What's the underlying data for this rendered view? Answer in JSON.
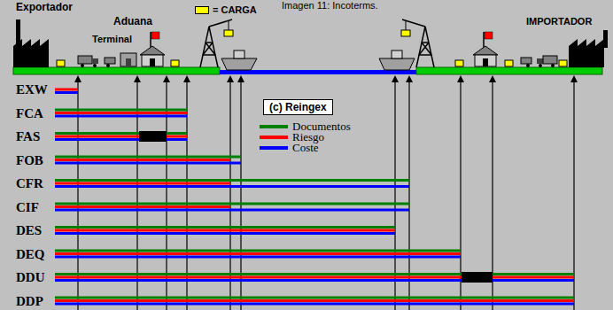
{
  "diagram": {
    "title": "Imagen 11: Incoterms.",
    "labels": [
      "Exportador",
      "Terminal",
      "Aduana",
      "IMPORTADOR",
      "EXW",
      "FCA",
      "FAS",
      "FOB",
      "CFR",
      "CIF",
      "DES",
      "DEQ",
      "DDU",
      "DDP",
      "(c) Reingex"
    ],
    "legend": [
      {
        "text": "= CARGA",
        "color": "#ffff00"
      },
      {
        "text": "Documentos",
        "color": "#008000"
      },
      {
        "text": "Riesgo",
        "color": "#ff0000"
      },
      {
        "text": "Coste",
        "color": "#0000ff"
      }
    ]
  }
}
